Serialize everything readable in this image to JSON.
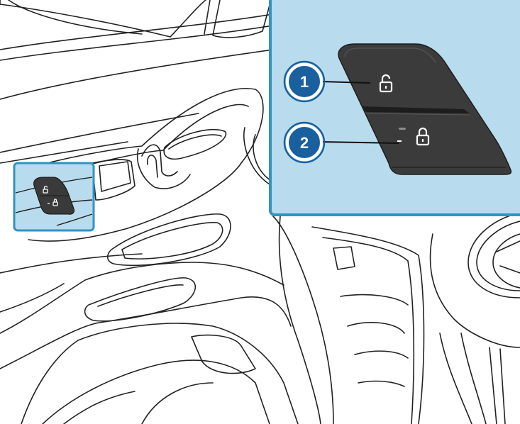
{
  "callouts": [
    {
      "number": "1",
      "function": "unlock"
    },
    {
      "number": "2",
      "function": "lock"
    }
  ],
  "colors": {
    "highlight_fill": "#b9dbee",
    "highlight_border": "#2f93c6",
    "callout_circle": "#1a5f9e",
    "switch_body": "#3a3a3a",
    "line_art": "#222222"
  },
  "icons": {
    "unlock": "padlock-open-icon",
    "lock": "padlock-closed-icon"
  }
}
